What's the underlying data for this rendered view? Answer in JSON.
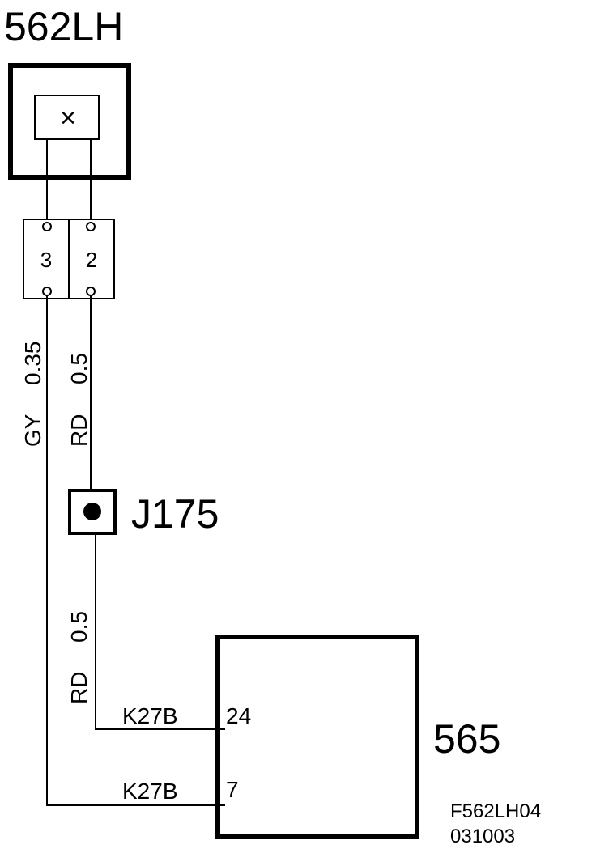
{
  "component_top": {
    "label": "562LH",
    "symbol": "×"
  },
  "connector": {
    "pins": [
      "3",
      "2"
    ]
  },
  "wires": {
    "left": {
      "color": "GY",
      "size": "0.35"
    },
    "right_upper": {
      "color": "RD",
      "size": "0.5"
    },
    "right_lower": {
      "color": "RD",
      "size": "0.5"
    }
  },
  "splice": {
    "label": "J175"
  },
  "component_bottom": {
    "label": "565",
    "pins": [
      {
        "wire": "K27B",
        "pin": "24"
      },
      {
        "wire": "K27B",
        "pin": "7"
      }
    ]
  },
  "footer": {
    "code": "F562LH04",
    "date": "031003"
  }
}
